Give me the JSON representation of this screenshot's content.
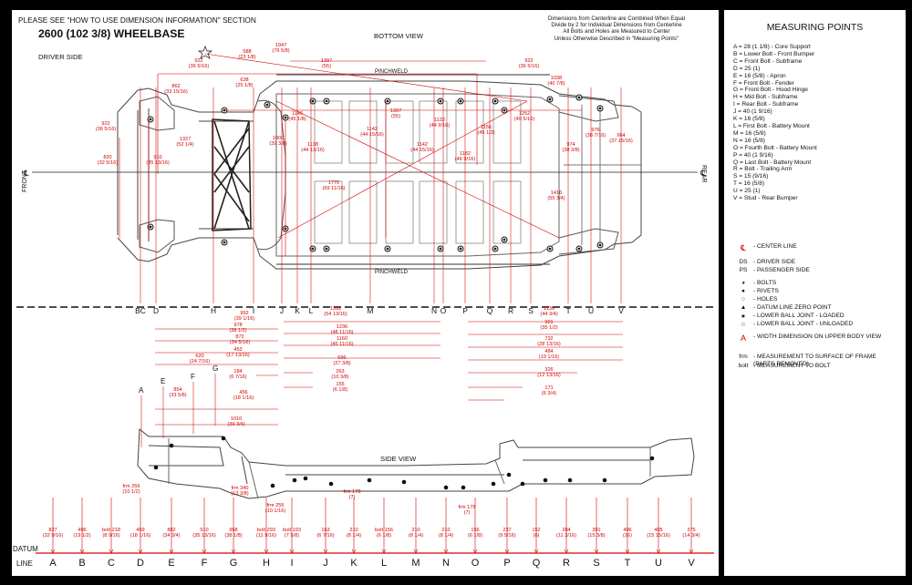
{
  "header": {
    "see_section": "PLEASE SEE \"HOW TO USE DIMENSION INFORMATION\" SECTION",
    "wheelbase": "2600 (102 3/8) WHEELBASE",
    "driver_side": "DRIVER SIDE",
    "bottom_view": "BOTTOM VIEW",
    "side_view": "SIDE VIEW",
    "notes": [
      "Dimensions from Centerline are Combined When Equal",
      "Divide by 2 for Individual Dimensions from Centerline",
      "All Bolts and Holes are Measured to Center",
      "Unless Otherwise Described in \"Measuring Points\""
    ],
    "front": "FRONT",
    "rear": "REAR",
    "cl": "℄",
    "pinchweld": "PINCHWELD",
    "datum": "DATUM",
    "line": "LINE"
  },
  "top_dims": [
    {
      "v": "588",
      "f": "(23 1/8)"
    },
    {
      "v": "1947",
      "f": "(76 5/8)"
    },
    {
      "v": "922",
      "f": "(36 5/16)"
    },
    {
      "v": "1397",
      "f": "(55)"
    },
    {
      "v": "922",
      "f": "(36 5/16)"
    },
    {
      "v": "862",
      "f": "(33 15/16)"
    },
    {
      "v": "638",
      "f": "(25 1/8)"
    },
    {
      "v": "1038",
      "f": "(40 7/8)"
    },
    {
      "v": "1146",
      "f": "(45 1/8)"
    },
    {
      "v": "1397",
      "f": "(55)"
    },
    {
      "v": "1132",
      "f": "(44 9/16)"
    },
    {
      "v": "1252",
      "f": "(49 5/16)"
    },
    {
      "v": "922",
      "f": "(36 5/16)"
    },
    {
      "v": "1327",
      "f": "(52 1/4)"
    },
    {
      "v": "1000",
      "f": "(39 3/8)"
    },
    {
      "v": "1142",
      "f": "(44 15/16)"
    },
    {
      "v": "1156",
      "f": "(45 1/2)"
    },
    {
      "v": "974",
      "f": "(38 3/8)"
    },
    {
      "v": "976",
      "f": "(38 7/16)"
    },
    {
      "v": "964",
      "f": "(37 15/16)"
    },
    {
      "v": "820",
      "f": "(32 5/16)"
    },
    {
      "v": "910",
      "f": "(35 13/16)"
    },
    {
      "v": "1138",
      "f": "(44 13/16)"
    },
    {
      "v": "1142",
      "f": "(44 15/16)"
    },
    {
      "v": "1182",
      "f": "(46 9/16)"
    },
    {
      "v": "1770",
      "f": "(69 11/16)"
    },
    {
      "v": "1416",
      "f": "(55 3/4)"
    }
  ],
  "mid_letters": [
    "BC",
    "D",
    "H",
    "I",
    "J",
    "K",
    "L",
    "M",
    "N",
    "O",
    "P",
    "Q",
    "R",
    "S",
    "T",
    "U",
    "V"
  ],
  "mid_dims": [
    {
      "v": "992",
      "f": "(39 1/16)"
    },
    {
      "v": "978",
      "f": "(38 1/2)"
    },
    {
      "v": "872",
      "f": "(34 5/16)"
    },
    {
      "v": "453",
      "f": "(17 13/16)"
    },
    {
      "v": "184",
      "f": "(6 7/16)"
    },
    {
      "v": "456",
      "f": "(18 1/16)"
    },
    {
      "v": "1010",
      "f": "(39 3/4)"
    },
    {
      "v": "620",
      "f": "(24 7/16)"
    },
    {
      "v": "854",
      "f": "(33 5/8)"
    },
    {
      "v": "1392",
      "f": "(54 13/16)"
    },
    {
      "v": "1236",
      "f": "(48 11/16)"
    },
    {
      "v": "1160",
      "f": "(45 11/16)"
    },
    {
      "v": "696",
      "f": "(27 3/8)"
    },
    {
      "v": "263",
      "f": "(10 3/8)"
    },
    {
      "v": "155",
      "f": "(6 1/8)"
    },
    {
      "v": "1136",
      "f": "(44 3/4)"
    },
    {
      "v": "901",
      "f": "(35 1/2)"
    },
    {
      "v": "732",
      "f": "(28 13/16)"
    },
    {
      "v": "484",
      "f": "(19 1/16)"
    },
    {
      "v": "326",
      "f": "(12 13/16)"
    },
    {
      "v": "171",
      "f": "(6 3/4)"
    }
  ],
  "side_labels": [
    {
      "v": "frm 266",
      "f": "(10 1/2)"
    },
    {
      "v": "frm 340",
      "f": "(13 3/8)"
    },
    {
      "v": "frm 255",
      "f": "(10 1/16)"
    },
    {
      "v": "frm 178",
      "f": "(7)"
    },
    {
      "v": "frm 178",
      "f": "(7)"
    }
  ],
  "datum_dims": [
    {
      "v": "827",
      "f": "(32 9/16)"
    },
    {
      "v": "496",
      "f": "(19 1/2)"
    },
    {
      "v": "bolt 218",
      "f": "(8 9/16)"
    },
    {
      "v": "459",
      "f": "(18 1/16)"
    },
    {
      "v": "882",
      "f": "(34 3/4)"
    },
    {
      "v": "910",
      "f": "(35 13/16)"
    },
    {
      "v": "968",
      "f": "(38 1/8)"
    },
    {
      "v": "bolt 293",
      "f": "(11 9/16)"
    },
    {
      "v": "bolt 193",
      "f": "(7 5/8)"
    },
    {
      "v": "163",
      "f": "(6 7/16)"
    },
    {
      "v": "210",
      "f": "(8 1/4)"
    },
    {
      "v": "bolt 156",
      "f": "(6 1/8)"
    },
    {
      "v": "210",
      "f": "(8 1/4)"
    },
    {
      "v": "210",
      "f": "(8 1/4)"
    },
    {
      "v": "156",
      "f": "(6 1/8)"
    },
    {
      "v": "237",
      "f": "(9 5/16)"
    },
    {
      "v": "152",
      "f": "(6)"
    },
    {
      "v": "284",
      "f": "(11 3/16)"
    },
    {
      "v": "391",
      "f": "(15 3/8)"
    },
    {
      "v": "406",
      "f": "(16)"
    },
    {
      "v": "405",
      "f": "(15 15/16)"
    },
    {
      "v": "375",
      "f": "(14 3/4)"
    }
  ],
  "side_letters": [
    "A",
    "E",
    "F",
    "G"
  ],
  "datum_letters": [
    "A",
    "B",
    "C",
    "D",
    "E",
    "F",
    "G",
    "H",
    "I",
    "J",
    "K",
    "L",
    "M",
    "N",
    "O",
    "P",
    "Q",
    "R",
    "S",
    "T",
    "U",
    "V"
  ],
  "legend": {
    "title": "MEASURING POINTS",
    "points": [
      "A = 28 (1 1/8) - Core Support",
      "B = Lower Bolt - Front Bumper",
      "C = Front Bolt - Subframe",
      "D = 25 (1)",
      "E = 16 (5/8) - Apron",
      "F = Front Bolt - Fender",
      "G = Front Bolt - Hood Hinge",
      "H = Mid Bolt - Subframe",
      "I = Rear Bolt - Subframe",
      "J = 40 (1 9/16)",
      "K = 16 (5/8)",
      "L = First Bolt - Battery Mount",
      "M = 16 (5/8)",
      "N = 16 (5/8)",
      "O = Fourth Bolt - Battery Mount",
      "P = 40 (1 9/16)",
      "Q = Last Bolt - Battery Mount",
      "R = Bolt - Trailing Arm",
      "S = 15 (9/16)",
      "T = 16 (5/8)",
      "U = 25 (1)",
      "V = Stud - Rear Bumper"
    ],
    "symbols": [
      {
        "sym": "℄",
        "text": "- CENTER LINE"
      },
      {
        "sym": "DS",
        "text": "- DRIVER SIDE"
      },
      {
        "sym": "PS",
        "text": "- PASSENGER SIDE"
      },
      {
        "sym": "◕",
        "text": "- BOLTS"
      },
      {
        "sym": "●",
        "text": "- RIVETS"
      },
      {
        "sym": "○",
        "text": "- HOLES"
      },
      {
        "sym": "▲",
        "text": "- DATUM LINE ZERO POINT"
      },
      {
        "sym": "★",
        "text": "- LOWER BALL JOINT - LOADED"
      },
      {
        "sym": "☆",
        "text": "- LOWER BALL JOINT - UNLOADED"
      },
      {
        "sym": "A",
        "text": "- WIDTH DIMENSION ON UPPER BODY VIEW"
      },
      {
        "sym": "frm",
        "text": "- MEASUREMENT TO SURFACE OF FRAME (PARTS REMOVED)"
      },
      {
        "sym": "bolt",
        "text": "- MEASUREMENT TO BOLT"
      }
    ]
  }
}
